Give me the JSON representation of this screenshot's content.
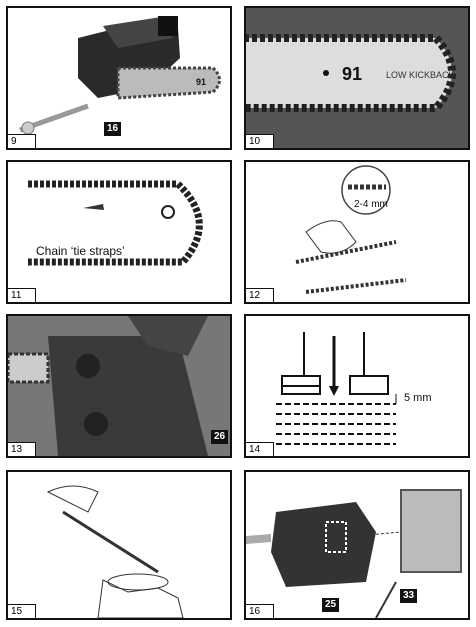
{
  "panels": [
    {
      "number": "9",
      "callouts": [
        "16"
      ]
    },
    {
      "number": "10",
      "bar_text": "91"
    },
    {
      "number": "11",
      "label": "Chain ‘tie straps’"
    },
    {
      "number": "12",
      "measure": "2-4 mm"
    },
    {
      "number": "13",
      "callouts": [
        "26"
      ]
    },
    {
      "number": "14",
      "measure": "5 mm"
    },
    {
      "number": "15"
    },
    {
      "number": "16",
      "callouts": [
        "25",
        "33"
      ]
    }
  ]
}
